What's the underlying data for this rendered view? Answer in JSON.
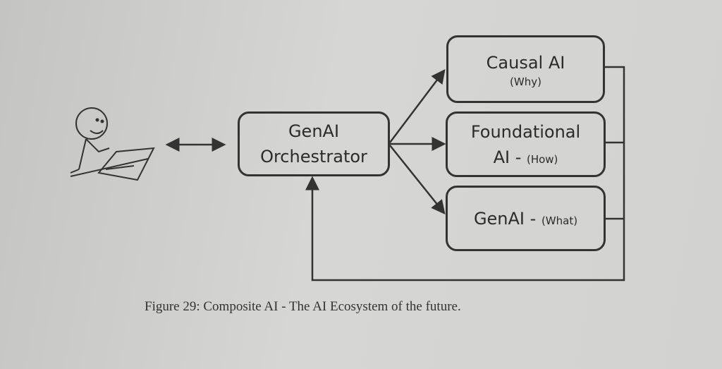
{
  "diagram": {
    "user_icon": "person-at-laptop-icon",
    "orchestrator": {
      "line1": "GenAI",
      "line2": "Orchestrator"
    },
    "causal": {
      "title": "Causal AI",
      "sub": "(Why)"
    },
    "foundational": {
      "title": "Foundational",
      "line2": "AI - ",
      "sub": "(How)"
    },
    "genai": {
      "title": "GenAI - ",
      "sub": "(What)"
    },
    "caption": "Figure 29: Composite AI - The AI Ecosystem of the future."
  }
}
